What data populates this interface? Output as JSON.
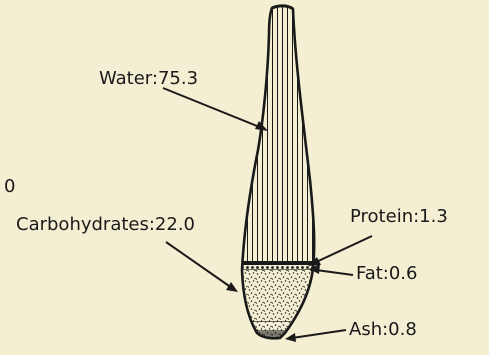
{
  "labels": {
    "water": "Water:75.3",
    "carbohydrates": "Carbohydrates:22.0",
    "protein": "Protein:1.3",
    "fat": "Fat:0.6",
    "ash": "Ash:0.8",
    "margin_fragment": "0"
  },
  "components": [
    {
      "name": "Water",
      "value": 75.3
    },
    {
      "name": "Carbohydrates",
      "value": 22.0
    },
    {
      "name": "Protein",
      "value": 1.3
    },
    {
      "name": "Fat",
      "value": 0.6
    },
    {
      "name": "Ash",
      "value": 0.8
    }
  ],
  "colors": {
    "background": "#f4efd3",
    "ink": "#1a1a1a"
  }
}
